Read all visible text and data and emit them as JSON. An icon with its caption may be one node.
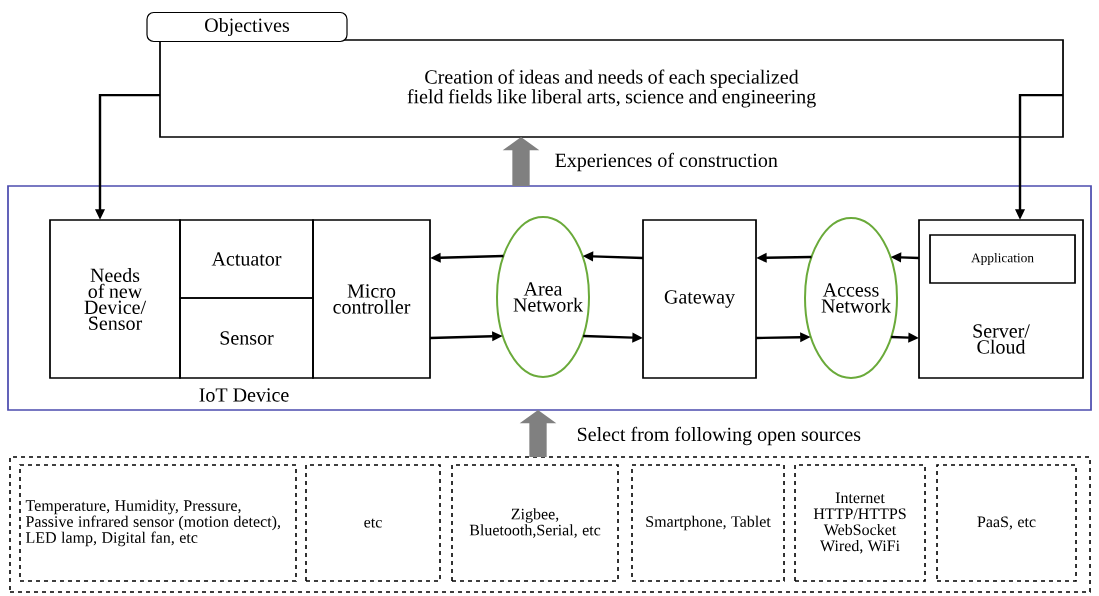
{
  "diagram": {
    "nodes": [
      {
        "text": [
          "Creation of ideas and needs of each specialized field fields like liberal arts, science and engineering"
        ]
      },
      {
        "text": [
          "Objectives"
        ]
      },
      {
        "text": [],
        "shape": "box"
      },
      {
        "text": [
          "Needs of new Device/ Sensor"
        ],
        "in": 2
      },
      {
        "text": [
          "Actuator"
        ],
        "in": 2
      },
      {
        "text": [
          "Sensor"
        ],
        "in": 2
      },
      {
        "text": [
          "Micro controller"
        ],
        "in": 2
      },
      {
        "text": [
          "Area Network"
        ],
        "in": 2
      },
      {
        "text": [
          "Gateway"
        ],
        "in": 2
      },
      {
        "text": [
          "Access Network"
        ],
        "in": 2
      },
      {
        "text": [
          "Server/ Cloud"
        ],
        "in": 2
      },
      {
        "text": [
          "Application"
        ],
        "in": 10
      },
      {
        "text": [],
        "shape": "box"
      },
      {
        "text": [
          "Temperature, Humidity, Pressure, Passive infrared sensor (motion detect), LED lamp, Digital fan, etc"
        ],
        "in": 12
      },
      {
        "text": [
          "etc"
        ],
        "in": 12
      },
      {
        "text": [
          "Zigbee, Bluetooth,Serial, etc"
        ],
        "in": 12
      },
      {
        "text": [
          "Smartphone, Tablet"
        ],
        "in": 12
      },
      {
        "text": [
          "Internet HTTP/HTTPS WebSocket Wired, WiFi"
        ],
        "in": 12
      },
      {
        "text": [
          "PaaS, etc"
        ],
        "in": 12
      }
    ],
    "edges": [
      {
        "from": 0,
        "to": 3,
        "arrow": "to"
      },
      {
        "from": 0,
        "to": 10,
        "arrow": "to"
      },
      {
        "from": 2,
        "to": 0,
        "arrow": "to",
        "label": "Experiences of construction",
        "style": "thick",
        "color": "#808080"
      },
      {
        "from": 7,
        "to": 6,
        "arrow": "to"
      },
      {
        "from": 6,
        "to": 7,
        "arrow": "to"
      },
      {
        "from": 8,
        "to": 7,
        "arrow": "to"
      },
      {
        "from": 7,
        "to": 8,
        "arrow": "to"
      },
      {
        "from": 9,
        "to": 8,
        "arrow": "to"
      },
      {
        "from": 8,
        "to": 9,
        "arrow": "to"
      },
      {
        "from": 10,
        "to": 9,
        "arrow": "to"
      },
      {
        "from": 9,
        "to": 10,
        "arrow": "to"
      },
      {
        "from": 12,
        "to": 2,
        "arrow": "to",
        "label": "Select from following open sources",
        "style": "thick",
        "color": "#808080"
      }
    ],
    "labels": [
      "IoT Device"
    ]
  }
}
